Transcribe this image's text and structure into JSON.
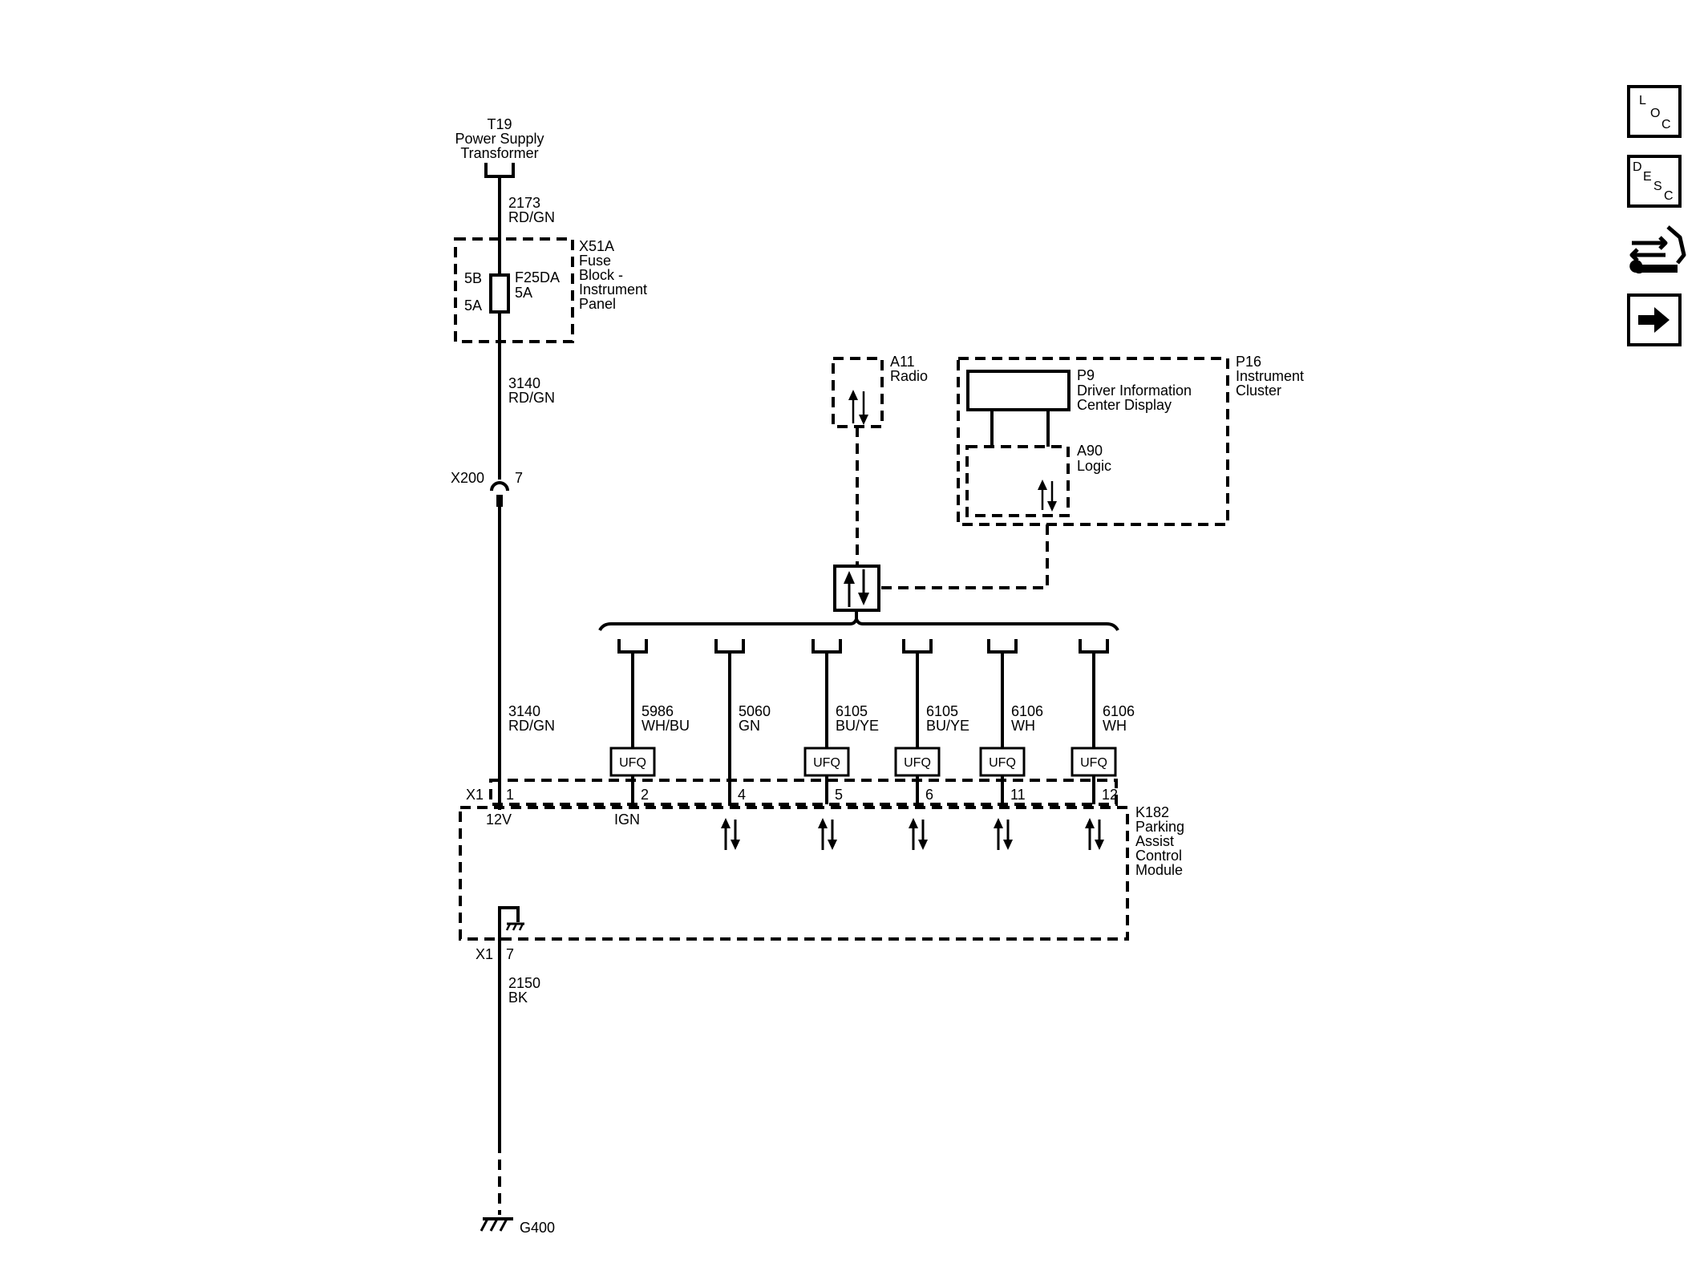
{
  "components": {
    "t19": [
      "T19",
      "Power Supply",
      "Transformer"
    ],
    "x51a": [
      "X51A",
      "Fuse",
      "Block -",
      "Instrument",
      "Panel"
    ],
    "fuse": {
      "name": "F25DA",
      "rating": "5A",
      "pin_in": "5B",
      "pin_out": "5A"
    },
    "a11": [
      "A11",
      "Radio"
    ],
    "p16": [
      "P16",
      "Instrument",
      "Cluster"
    ],
    "p9": [
      "P9",
      "Driver Information",
      "Center Display"
    ],
    "a90": [
      "A90",
      "Logic"
    ],
    "k182": [
      "K182",
      "Parking",
      "Assist",
      "Control",
      "Module"
    ],
    "x200": {
      "name": "X200",
      "pin": "7"
    },
    "g400": "G400"
  },
  "wires": {
    "w2173": [
      "2173",
      "RD/GN"
    ],
    "w3140a": [
      "3140",
      "RD/GN"
    ],
    "w3140b": [
      "3140",
      "RD/GN"
    ],
    "w2150": [
      "2150",
      "BK"
    ]
  },
  "branches": [
    {
      "circuit": "5986",
      "color": "WH/BU",
      "ufq": "UFQ",
      "pin": "2"
    },
    {
      "circuit": "5060",
      "color": "GN",
      "ufq": "",
      "pin": "4"
    },
    {
      "circuit": "6105",
      "color": "BU/YE",
      "ufq": "UFQ",
      "pin": "5"
    },
    {
      "circuit": "6105",
      "color": "BU/YE",
      "ufq": "UFQ",
      "pin": "6"
    },
    {
      "circuit": "6106",
      "color": "WH",
      "ufq": "UFQ",
      "pin": "11"
    },
    {
      "circuit": "6106",
      "color": "WH",
      "ufq": "UFQ",
      "pin": "12"
    }
  ],
  "connector": {
    "x1_top": "X1",
    "pin1": "1",
    "x1_bottom": "X1",
    "ground_pin": "7"
  },
  "module_pins": {
    "v12": "12V",
    "ign": "IGN"
  },
  "side_buttons": {
    "loc": [
      "L",
      "O",
      "C"
    ],
    "desc": [
      "D",
      "E",
      "S",
      "C"
    ]
  }
}
